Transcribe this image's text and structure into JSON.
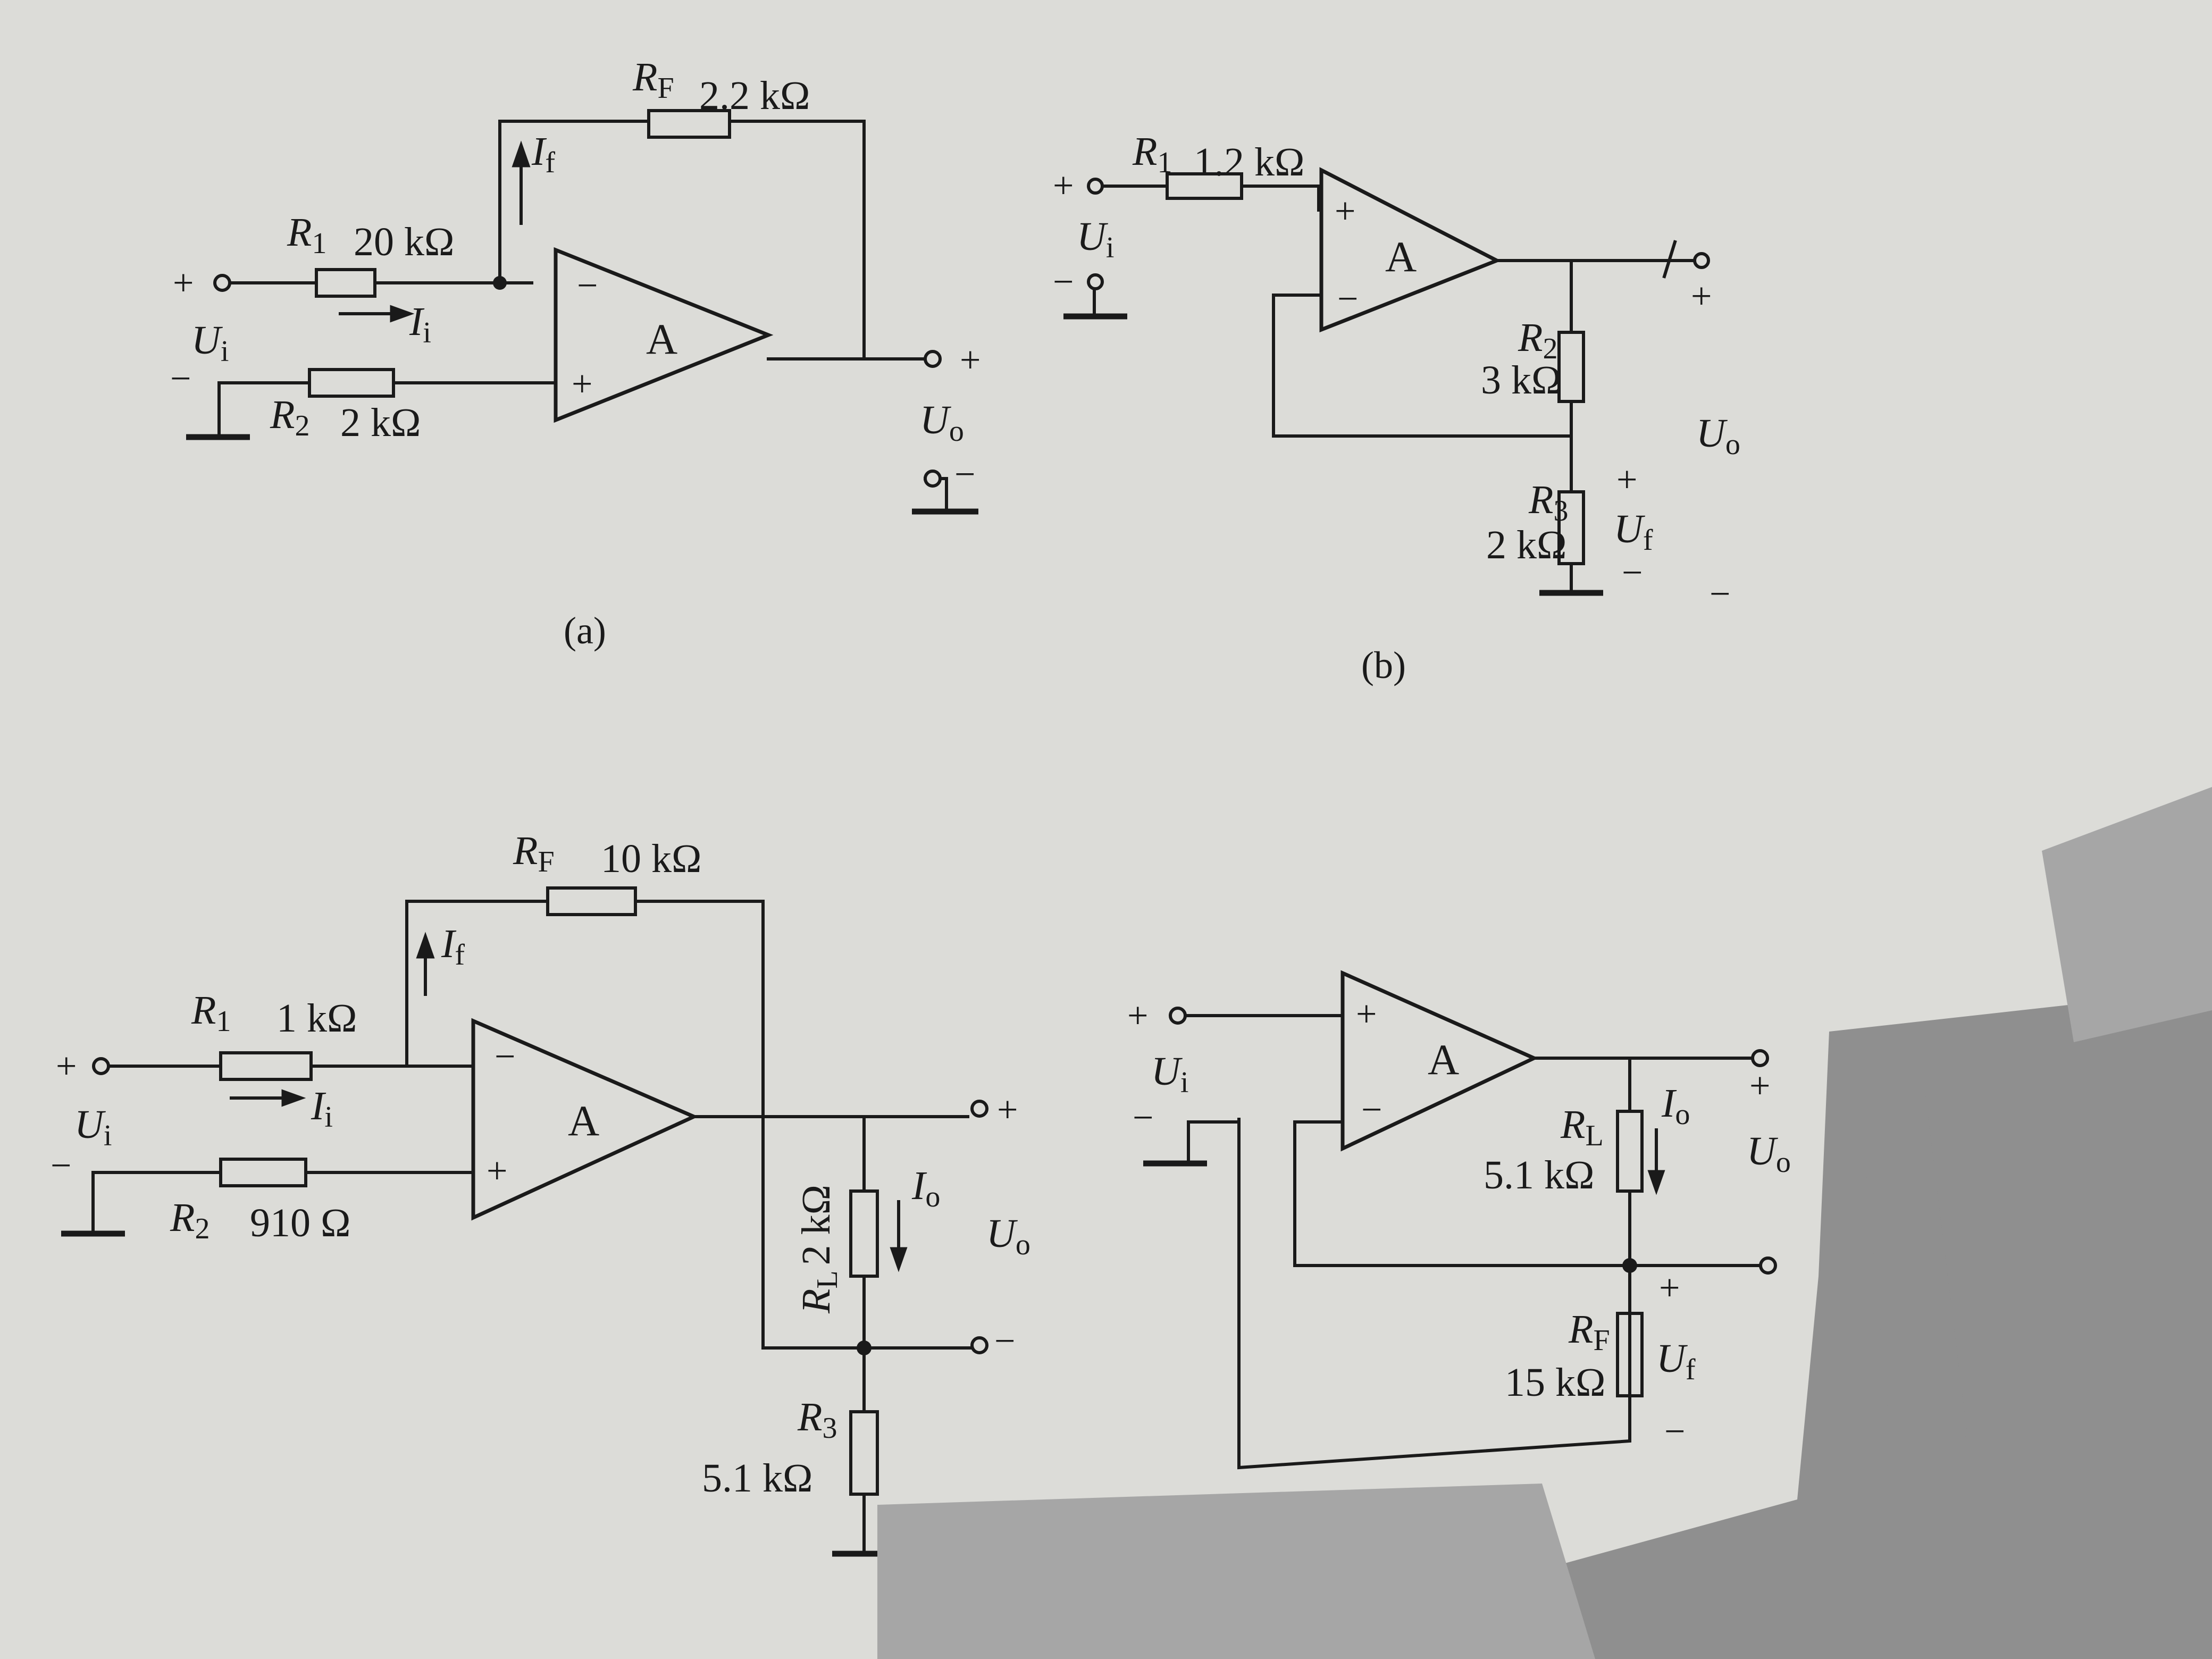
{
  "symbols": {
    "ui": "U",
    "uo": "U",
    "uf": "U",
    "ii": "I",
    "if": "I",
    "io": "I",
    "sub_i": "i",
    "sub_o": "o",
    "sub_f": "f",
    "amp": "A",
    "plus": "+",
    "minus": "−"
  },
  "circuits": [
    {
      "caption": "(a)",
      "amp_label": "A",
      "resistors": [
        {
          "symbol": "R",
          "sub": "F",
          "value": "2.2 kΩ"
        },
        {
          "symbol": "R",
          "sub": "1",
          "value": "20 kΩ"
        },
        {
          "symbol": "R",
          "sub": "2",
          "value": "2 kΩ"
        }
      ]
    },
    {
      "caption": "(b)",
      "amp_label": "A",
      "resistors": [
        {
          "symbol": "R",
          "sub": "1",
          "value": "1.2 kΩ"
        },
        {
          "symbol": "R",
          "sub": "2",
          "value": "3 kΩ"
        },
        {
          "symbol": "R",
          "sub": "3",
          "value": "2 kΩ"
        }
      ]
    },
    {
      "caption": "",
      "amp_label": "A",
      "resistors": [
        {
          "symbol": "R",
          "sub": "F",
          "value": "10 kΩ"
        },
        {
          "symbol": "R",
          "sub": "1",
          "value": "1 kΩ"
        },
        {
          "symbol": "R",
          "sub": "2",
          "value": "910 Ω"
        },
        {
          "symbol": "R",
          "sub": "L",
          "value": "2 kΩ"
        },
        {
          "symbol": "R",
          "sub": "3",
          "value": "5.1 kΩ"
        }
      ]
    },
    {
      "caption": "",
      "amp_label": "A",
      "resistors": [
        {
          "symbol": "R",
          "sub": "L",
          "value": "5.1 kΩ"
        },
        {
          "symbol": "R",
          "sub": "F",
          "value": "15 kΩ"
        }
      ]
    }
  ]
}
